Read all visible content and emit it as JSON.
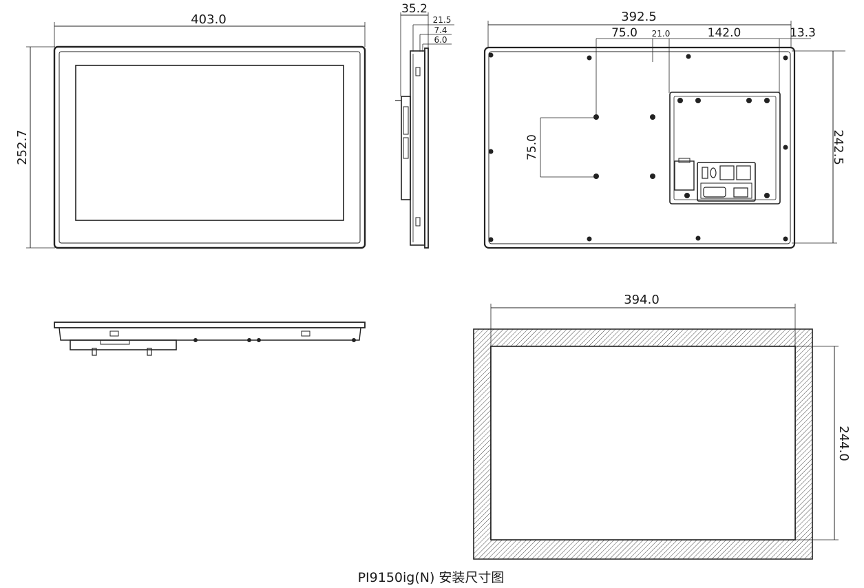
{
  "caption": "PI9150ig(N) 安装尺寸图",
  "front_view": {
    "width": "403.0",
    "height": "252.7"
  },
  "side_view": {
    "depth": "35.2",
    "d1": "21.5",
    "d2": "7.4",
    "d3": "6.0"
  },
  "rear_view": {
    "width": "392.5",
    "hole_spacing_x": "75.0",
    "hole_offset": "21.0",
    "hole_to_edge": "142.0",
    "edge_margin": "13.3",
    "hole_spacing_y": "75.0",
    "height": "242.5"
  },
  "cutout_view": {
    "width": "394.0",
    "height": "244.0"
  }
}
